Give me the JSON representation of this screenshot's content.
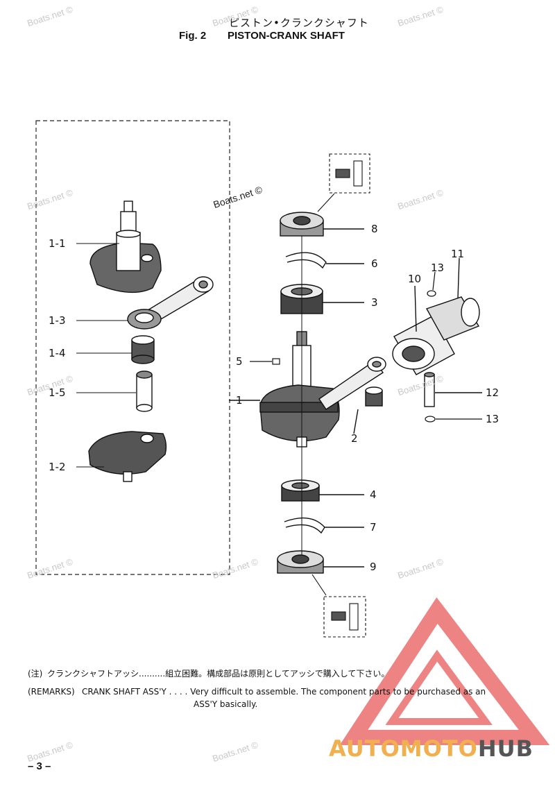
{
  "header": {
    "title_jp": "ピストン•クランクシャフト",
    "fig_number": "Fig. 2",
    "fig_title": "PISTON-CRANK SHAFT"
  },
  "watermarks": {
    "text": "Boats.net ©"
  },
  "part_labels": [
    "1-1",
    "1-3",
    "1-4",
    "1-5",
    "1-2",
    "8",
    "6",
    "3",
    "5",
    "1",
    "2",
    "4",
    "7",
    "9",
    "10",
    "11",
    "13",
    "12",
    "13"
  ],
  "notes": {
    "jp_prefix": "(注)",
    "jp_text": "クランクシャフトアッシ..........組立困難。構成部品は原則としてアッシで購入して下さい。",
    "en_prefix": "(REMARKS)",
    "en_text_1": "CRANK SHAFT ASS'Y . . . . Very difficult to assemble. The component parts to be purchased as an",
    "en_text_2": "ASS'Y basically."
  },
  "page_number": "– 3 –",
  "brand": {
    "auto": "AUTO",
    "moto": "MOTO",
    "hub": "HUB"
  },
  "colors": {
    "logo_red": "#e85a5a",
    "logo_orange": "#f0b050"
  }
}
